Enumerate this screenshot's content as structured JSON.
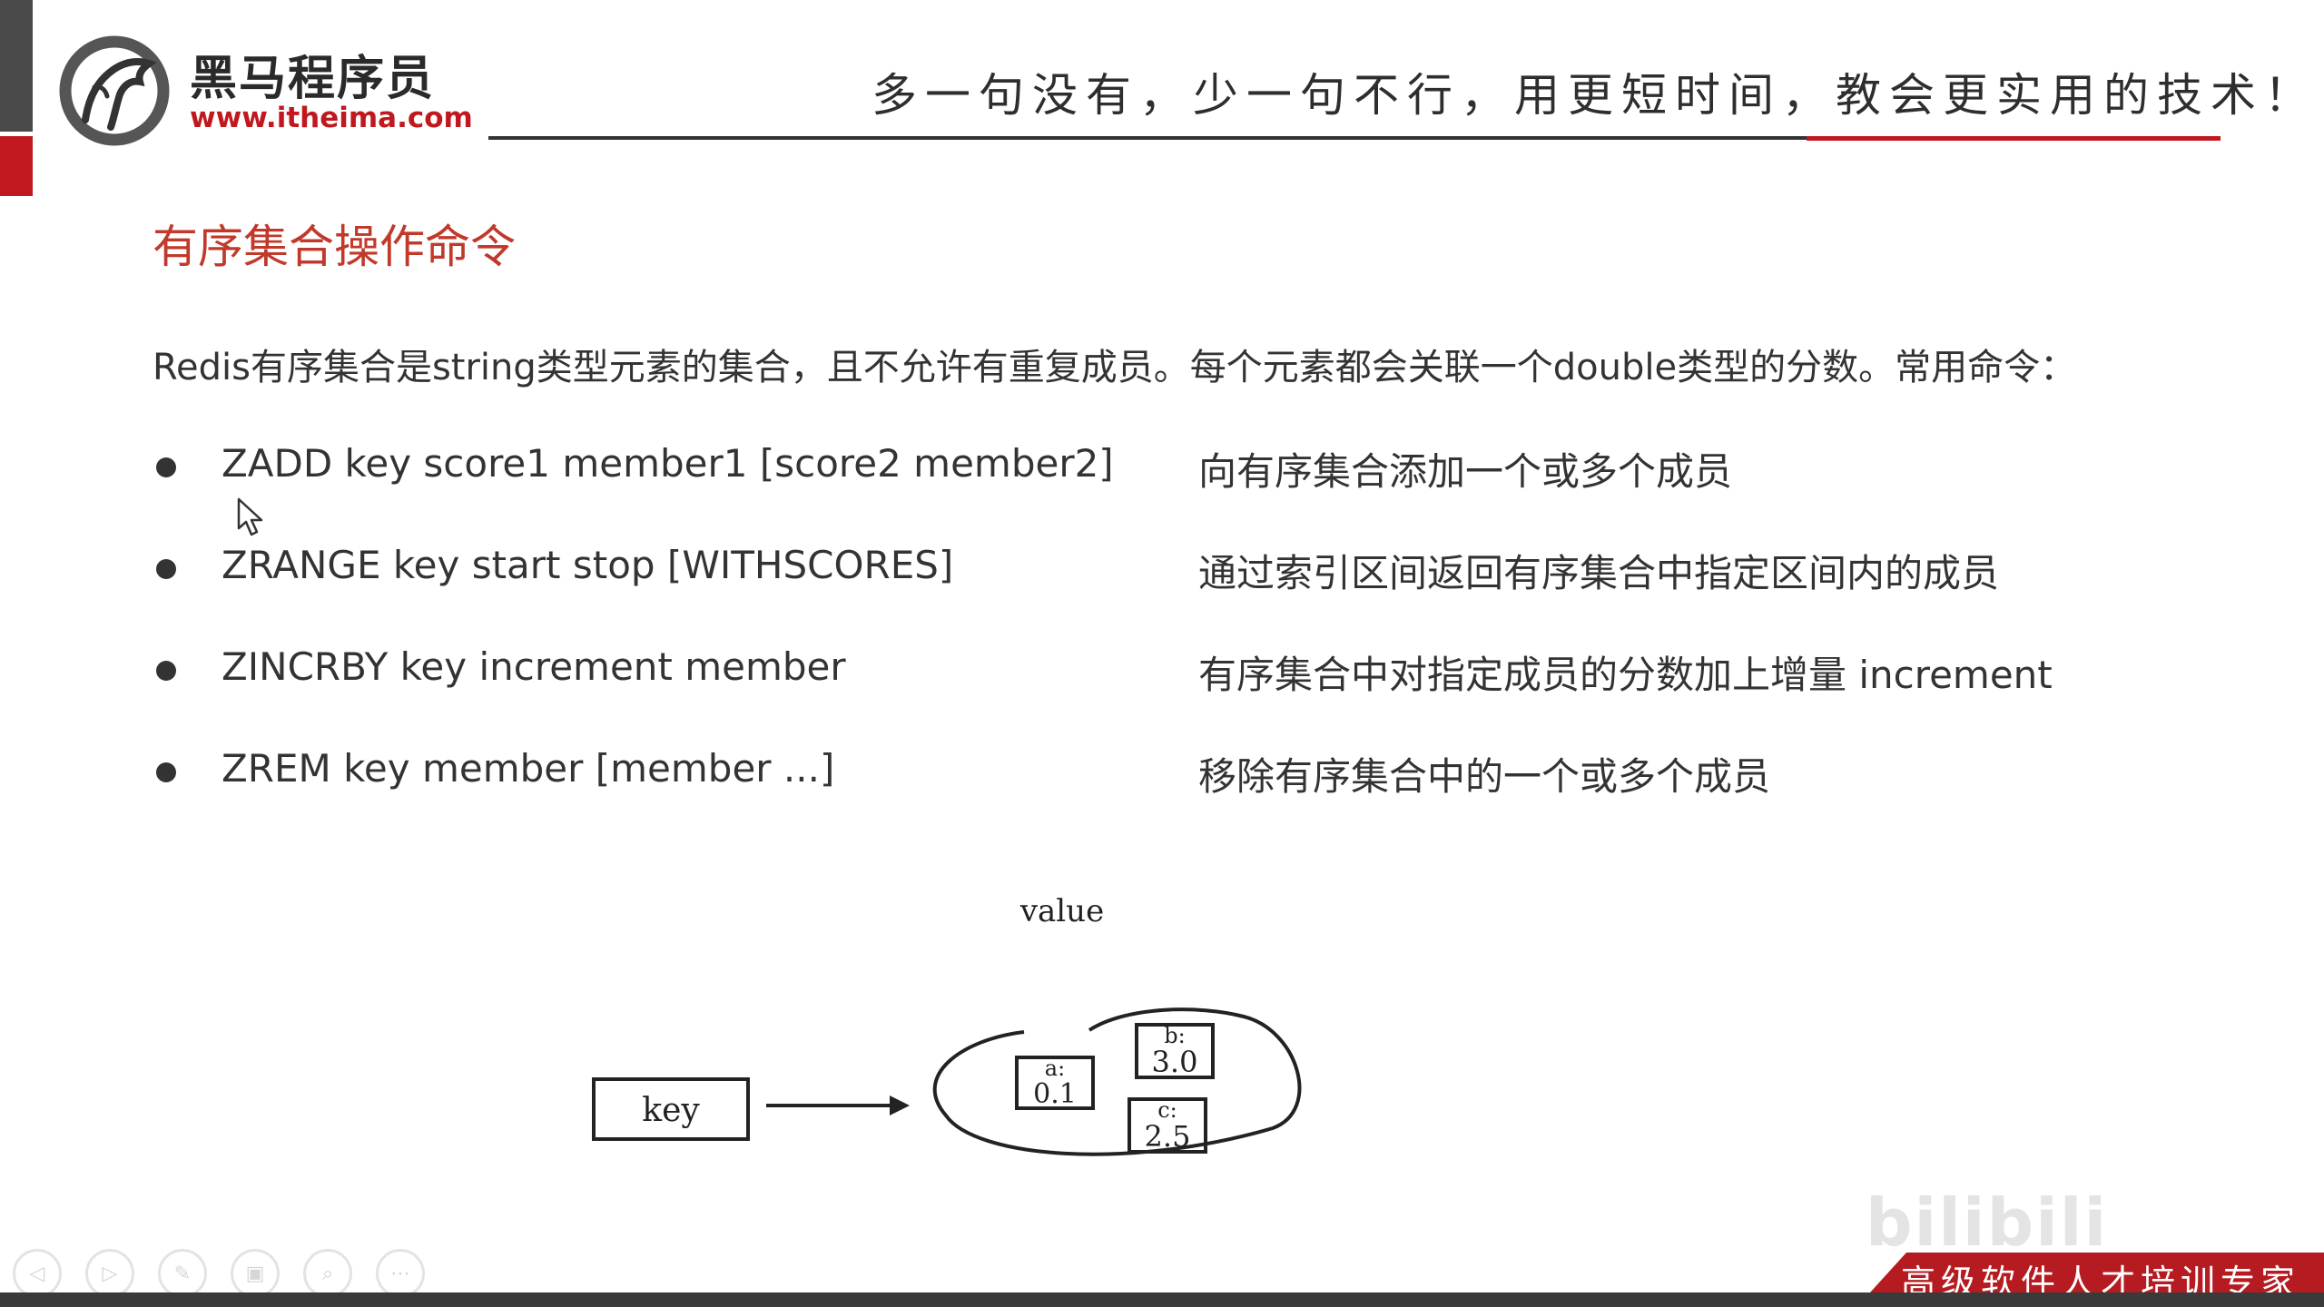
{
  "brand": {
    "name": "黑马程序员",
    "url": "www.itheima.com",
    "slogan": "多一句没有，少一句不行，用更短时间，教会更实用的技术！"
  },
  "slide": {
    "title": "有序集合操作命令",
    "intro": "Redis有序集合是string类型元素的集合，且不允许有重复成员。每个元素都会关联一个double类型的分数。常用命令：",
    "commands": [
      {
        "syntax": "ZADD key score1 member1 [score2 member2]",
        "desc": "向有序集合添加一个或多个成员"
      },
      {
        "syntax": "ZRANGE key start stop [WITHSCORES]",
        "desc": "通过索引区间返回有序集合中指定区间内的成员"
      },
      {
        "syntax": "ZINCRBY key increment member",
        "desc": "有序集合中对指定成员的分数加上增量 increment"
      },
      {
        "syntax": "ZREM key member [member ...]",
        "desc": "移除有序集合中的一个或多个成员"
      }
    ],
    "diagram": {
      "value_label": "value",
      "key_label": "key",
      "members": [
        {
          "name": "a:",
          "score": "0.1"
        },
        {
          "name": "b:",
          "score": "3.0"
        },
        {
          "name": "c:",
          "score": "2.5"
        }
      ]
    }
  },
  "footer": {
    "badge": "高级软件人才培训专家",
    "watermark": "bilibili"
  },
  "toolbar": {
    "icons": [
      "prev-icon",
      "next-icon",
      "pen-icon",
      "slides-icon",
      "zoom-icon",
      "more-icon"
    ],
    "glyphs": [
      "◁",
      "▷",
      "✎",
      "▣",
      "⌕",
      "⋯"
    ]
  },
  "colors": {
    "accent_red": "#c0181e",
    "title_red": "#c0392b",
    "text": "#333333"
  }
}
